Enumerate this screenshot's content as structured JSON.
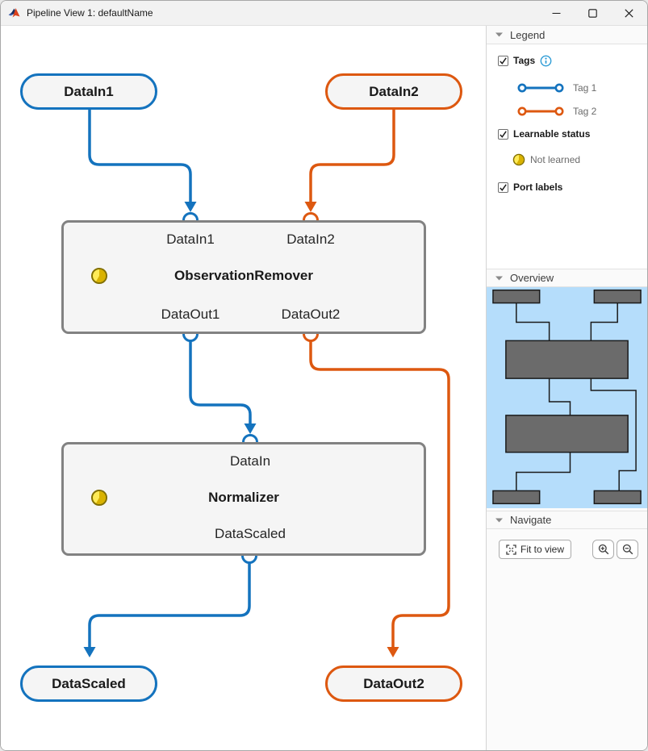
{
  "window": {
    "title": "Pipeline View 1: defaultName"
  },
  "canvas": {
    "sources": [
      {
        "label": "DataIn1"
      },
      {
        "label": "DataIn2"
      }
    ],
    "sinks": [
      {
        "label": "DataScaled"
      },
      {
        "label": "DataOut2"
      }
    ],
    "blocks": [
      {
        "title": "ObservationRemover",
        "status": "not-learned",
        "inputs": [
          "DataIn1",
          "DataIn2"
        ],
        "outputs": [
          "DataOut1",
          "DataOut2"
        ]
      },
      {
        "title": "Normalizer",
        "status": "not-learned",
        "inputs": [
          "DataIn"
        ],
        "outputs": [
          "DataScaled"
        ]
      }
    ]
  },
  "sidebar": {
    "legend": {
      "header": "Legend",
      "tags_label": "Tags",
      "tags": [
        {
          "label": "Tag 1",
          "color": "#1473be"
        },
        {
          "label": "Tag 2",
          "color": "#dd5810"
        }
      ],
      "learnable_label": "Learnable status",
      "not_learned_label": "Not learned",
      "port_labels_label": "Port labels"
    },
    "overview": {
      "header": "Overview"
    },
    "navigate": {
      "header": "Navigate",
      "fit_button": "Fit to view"
    }
  },
  "colors": {
    "tag1": "#1473be",
    "tag2": "#dd5810",
    "block_border": "#828282",
    "block_fill": "#f5f5f5",
    "minimap_bg": "#b5ddfb",
    "minimap_block": "#6b6b6b",
    "status_yellow": "#ffeb57"
  }
}
